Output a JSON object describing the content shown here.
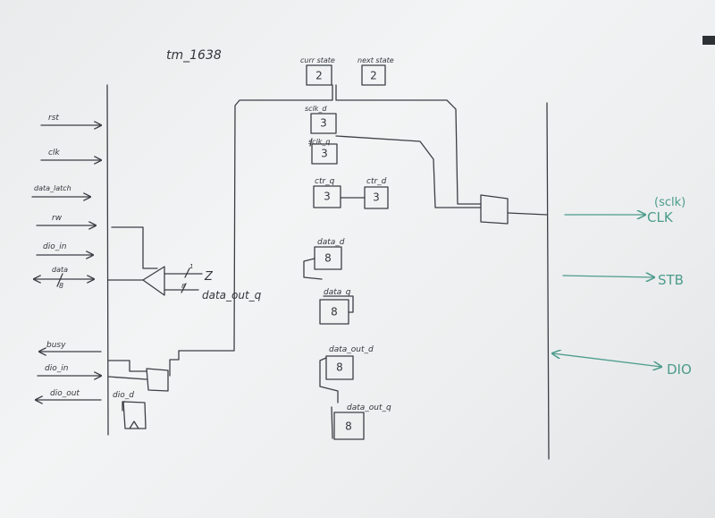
{
  "title": "tm_1638",
  "inputs": {
    "rst": "rst",
    "clk": "clk",
    "data_latch": "data_latch",
    "rw": "rw",
    "dio_in": "dio_in",
    "data": "data",
    "data_width": "8"
  },
  "tristate": {
    "z": "Z",
    "data_out_q": "data_out_q",
    "bit1": "1",
    "bit8": "8"
  },
  "lower_ports": {
    "busy": "busy",
    "dio_in": "dio_in",
    "dio_out": "dio_out",
    "dio_d": "dio_d"
  },
  "registers": {
    "curr_state": {
      "label": "curr state",
      "width": "2"
    },
    "next_state": {
      "label": "next state",
      "width": "2"
    },
    "sclk_d": {
      "label": "sclk_d",
      "width": "3"
    },
    "sclk_q": {
      "label": "sclk_q",
      "width": "3"
    },
    "ctr_q": {
      "label": "ctr_q",
      "width": "3"
    },
    "ctr_d": {
      "label": "ctr_d",
      "width": "3"
    },
    "data_d": {
      "label": "data_d",
      "width": "8"
    },
    "data_q": {
      "label": "data_q",
      "width": "8"
    },
    "data_out_d": {
      "label": "data_out_d",
      "width": "8"
    },
    "data_out_q": {
      "label": "data_out_q",
      "width": "8"
    }
  },
  "outputs": {
    "sclk_note": "(sclk)",
    "clk": "CLK",
    "stb": "STB",
    "dio": "DIO"
  },
  "colors": {
    "ink": "#3b3f45",
    "green": "#4d9c8c",
    "board": "#eceeef"
  }
}
